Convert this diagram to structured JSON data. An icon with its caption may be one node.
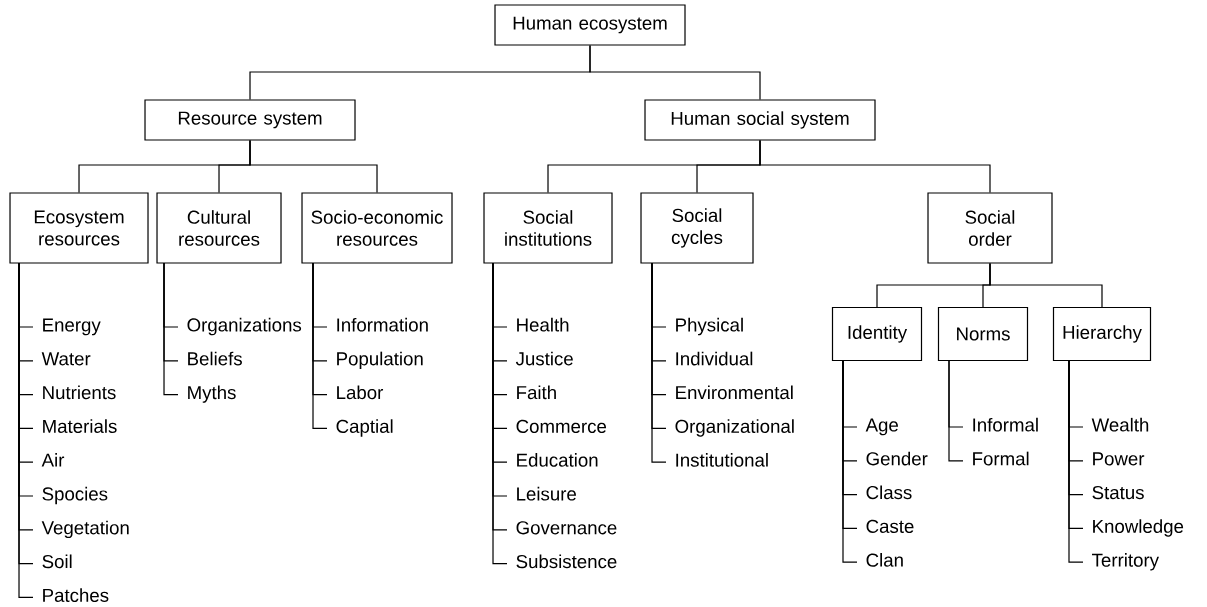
{
  "diagram": {
    "nodes": [
      {
        "text": [
          "Human ecosystem"
        ]
      },
      {
        "text": [
          "Resource system"
        ]
      },
      {
        "text": [
          "Human social system"
        ]
      },
      {
        "text": [
          "Ecosystem resources"
        ]
      },
      {
        "text": [
          "Cultural resources"
        ]
      },
      {
        "text": [
          "Socio-economic resources"
        ]
      },
      {
        "text": [
          "Social institutions"
        ]
      },
      {
        "text": [
          "Social cycles"
        ]
      },
      {
        "text": [
          "Social order"
        ]
      },
      {
        "text": [
          "Identity"
        ]
      },
      {
        "text": [
          "Norms"
        ]
      },
      {
        "text": [
          "Hierarchy"
        ]
      },
      {
        "text": [
          "Energy"
        ]
      },
      {
        "text": [
          "Water"
        ]
      },
      {
        "text": [
          "Nutrients"
        ]
      },
      {
        "text": [
          "Materials"
        ]
      },
      {
        "text": [
          "Air"
        ]
      },
      {
        "text": [
          "Spocies"
        ]
      },
      {
        "text": [
          "Vegetation"
        ]
      },
      {
        "text": [
          "Soil"
        ]
      },
      {
        "text": [
          "Patches"
        ]
      },
      {
        "text": [
          "Organizations"
        ]
      },
      {
        "text": [
          "Beliefs"
        ]
      },
      {
        "text": [
          "Myths"
        ]
      },
      {
        "text": [
          "Information"
        ]
      },
      {
        "text": [
          "Population"
        ]
      },
      {
        "text": [
          "Labor"
        ]
      },
      {
        "text": [
          "Captial"
        ]
      },
      {
        "text": [
          "Health"
        ]
      },
      {
        "text": [
          "Justice"
        ]
      },
      {
        "text": [
          "Faith"
        ]
      },
      {
        "text": [
          "Commerce"
        ]
      },
      {
        "text": [
          "Education"
        ]
      },
      {
        "text": [
          "Leisure"
        ]
      },
      {
        "text": [
          "Governance"
        ]
      },
      {
        "text": [
          "Subsistence"
        ]
      },
      {
        "text": [
          "Physical"
        ]
      },
      {
        "text": [
          "Individual"
        ]
      },
      {
        "text": [
          "Environmental"
        ]
      },
      {
        "text": [
          "Organizational"
        ]
      },
      {
        "text": [
          "Institutional"
        ]
      },
      {
        "text": [
          "Age"
        ]
      },
      {
        "text": [
          "Gender"
        ]
      },
      {
        "text": [
          "Class"
        ]
      },
      {
        "text": [
          "Caste"
        ]
      },
      {
        "text": [
          "Clan"
        ]
      },
      {
        "text": [
          "Informal"
        ]
      },
      {
        "text": [
          "Formal"
        ]
      },
      {
        "text": [
          "Wealth"
        ]
      },
      {
        "text": [
          "Power"
        ]
      },
      {
        "text": [
          "Status"
        ]
      },
      {
        "text": [
          "Knowledge"
        ]
      },
      {
        "text": [
          "Territory"
        ]
      }
    ],
    "edges": [
      {
        "from": 0,
        "to": 1,
        "arrow": "none"
      },
      {
        "from": 0,
        "to": 2,
        "arrow": "none"
      },
      {
        "from": 1,
        "to": 3,
        "arrow": "none"
      },
      {
        "from": 1,
        "to": 4,
        "arrow": "none"
      },
      {
        "from": 1,
        "to": 5,
        "arrow": "none"
      },
      {
        "from": 2,
        "to": 6,
        "arrow": "none"
      },
      {
        "from": 2,
        "to": 7,
        "arrow": "none"
      },
      {
        "from": 2,
        "to": 8,
        "arrow": "none"
      },
      {
        "from": 8,
        "to": 9,
        "arrow": "none"
      },
      {
        "from": 8,
        "to": 10,
        "arrow": "none"
      },
      {
        "from": 8,
        "to": 11,
        "arrow": "none"
      },
      {
        "from": 3,
        "to": 12,
        "arrow": "none"
      },
      {
        "from": 3,
        "to": 13,
        "arrow": "none"
      },
      {
        "from": 3,
        "to": 14,
        "arrow": "none"
      },
      {
        "from": 3,
        "to": 15,
        "arrow": "none"
      },
      {
        "from": 3,
        "to": 16,
        "arrow": "none"
      },
      {
        "from": 3,
        "to": 17,
        "arrow": "none"
      },
      {
        "from": 3,
        "to": 18,
        "arrow": "none"
      },
      {
        "from": 3,
        "to": 19,
        "arrow": "none"
      },
      {
        "from": 3,
        "to": 20,
        "arrow": "none"
      },
      {
        "from": 4,
        "to": 21,
        "arrow": "none"
      },
      {
        "from": 4,
        "to": 22,
        "arrow": "none"
      },
      {
        "from": 4,
        "to": 23,
        "arrow": "none"
      },
      {
        "from": 5,
        "to": 24,
        "arrow": "none"
      },
      {
        "from": 5,
        "to": 25,
        "arrow": "none"
      },
      {
        "from": 5,
        "to": 26,
        "arrow": "none"
      },
      {
        "from": 5,
        "to": 27,
        "arrow": "none"
      },
      {
        "from": 6,
        "to": 28,
        "arrow": "none"
      },
      {
        "from": 6,
        "to": 29,
        "arrow": "none"
      },
      {
        "from": 6,
        "to": 30,
        "arrow": "none"
      },
      {
        "from": 6,
        "to": 31,
        "arrow": "none"
      },
      {
        "from": 6,
        "to": 32,
        "arrow": "none"
      },
      {
        "from": 6,
        "to": 33,
        "arrow": "none"
      },
      {
        "from": 6,
        "to": 34,
        "arrow": "none"
      },
      {
        "from": 6,
        "to": 35,
        "arrow": "none"
      },
      {
        "from": 7,
        "to": 36,
        "arrow": "none"
      },
      {
        "from": 7,
        "to": 37,
        "arrow": "none"
      },
      {
        "from": 7,
        "to": 38,
        "arrow": "none"
      },
      {
        "from": 7,
        "to": 39,
        "arrow": "none"
      },
      {
        "from": 7,
        "to": 40,
        "arrow": "none"
      },
      {
        "from": 9,
        "to": 41,
        "arrow": "none"
      },
      {
        "from": 9,
        "to": 42,
        "arrow": "none"
      },
      {
        "from": 9,
        "to": 43,
        "arrow": "none"
      },
      {
        "from": 9,
        "to": 44,
        "arrow": "none"
      },
      {
        "from": 9,
        "to": 45,
        "arrow": "none"
      },
      {
        "from": 10,
        "to": 46,
        "arrow": "none"
      },
      {
        "from": 10,
        "to": 47,
        "arrow": "none"
      },
      {
        "from": 11,
        "to": 48,
        "arrow": "none"
      },
      {
        "from": 11,
        "to": 49,
        "arrow": "none"
      },
      {
        "from": 11,
        "to": 50,
        "arrow": "none"
      },
      {
        "from": 11,
        "to": 51,
        "arrow": "none"
      },
      {
        "from": 11,
        "to": 52,
        "arrow": "none"
      }
    ]
  }
}
